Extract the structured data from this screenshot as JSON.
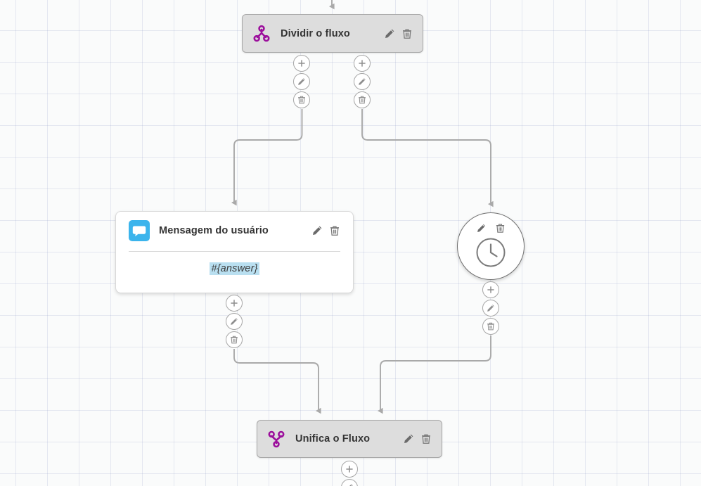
{
  "canvas": {
    "grid_color": "#96a0c8",
    "background_color": "#fafbfb",
    "edge_color": "#a9a9a9"
  },
  "nodes": [
    {
      "id": "split",
      "type": "split-node",
      "title": "Dividir o fluxo",
      "icon": "split-flow-icon",
      "icon_color": "#9c0f9c",
      "style": "gray",
      "tools": [
        "edit-icon",
        "delete-icon"
      ]
    },
    {
      "id": "user-message",
      "type": "message-node",
      "title": "Mensagem do usuário",
      "icon": "chat-bubble-icon",
      "icon_color": "#3bb4ec",
      "style": "white",
      "body_value": "#{answer}",
      "body_highlight_color": "#b9dff0",
      "tools": [
        "edit-icon",
        "delete-icon"
      ]
    },
    {
      "id": "timer",
      "type": "timer-node",
      "title": "",
      "icon": "clock-icon",
      "style": "circle",
      "tools": [
        "edit-icon",
        "delete-icon"
      ]
    },
    {
      "id": "merge",
      "type": "merge-node",
      "title": "Unifica o Fluxo",
      "icon": "merge-flow-icon",
      "icon_color": "#9c0f9c",
      "style": "gray",
      "tools": [
        "edit-icon",
        "delete-icon"
      ]
    }
  ],
  "action_stacks": [
    {
      "id": "split-left",
      "buttons": [
        "add-icon",
        "edit-icon",
        "delete-icon"
      ]
    },
    {
      "id": "split-right",
      "buttons": [
        "add-icon",
        "edit-icon",
        "delete-icon"
      ]
    },
    {
      "id": "message-out",
      "buttons": [
        "add-icon",
        "edit-icon",
        "delete-icon"
      ]
    },
    {
      "id": "timer-out",
      "buttons": [
        "add-icon",
        "edit-icon",
        "delete-icon"
      ]
    },
    {
      "id": "merge-out",
      "buttons": [
        "add-icon",
        "edit-icon"
      ]
    }
  ],
  "labels": {
    "add": "+",
    "edit": "Editar",
    "delete": "Excluir"
  }
}
